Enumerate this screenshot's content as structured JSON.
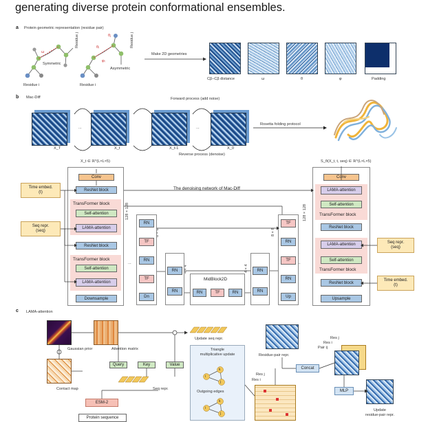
{
  "heading": "generating diverse protein conformational ensembles.",
  "panel_a": {
    "letter": "a",
    "title": "Protein geometric representation (residue pair)",
    "residue_i": "Residue i",
    "residue_j": "Residue j",
    "symmetric": "Symmetric",
    "asymmetric": "Asymmetric",
    "omega": "ω",
    "theta_i": "θᵢ",
    "theta_j": "θⱼ",
    "phi_i": "φᵢ",
    "make2d": "Make 2D geometries",
    "maps": [
      "Cβ–Cβ distance",
      "ω",
      "θ",
      "φ",
      "Padding"
    ]
  },
  "panel_b": {
    "letter": "b",
    "title": "Mac-Diff",
    "forward": "Forward process (add noise)",
    "reverse": "Reverse process (denoise)",
    "rosetta": "Rosetta folding protocol",
    "xt_labels": [
      "X_T",
      "X_t",
      "X_t-1",
      "X_0"
    ],
    "xt_in": "X_t ∈ ℝ^(L×L×5)",
    "s_out": "S_θ(X_t, t, seq) ∈ ℝ^(L×L×5)",
    "network_title": "The denoising network of Mac-Diff",
    "time_embed_left": "Time embed.\n(t)",
    "seq_repr_left": "Seq repr.\n(seq)",
    "seq_repr_right": "Seq repr.\n(seq)",
    "time_embed_right": "Time embed.\n(t)",
    "enc_blocks": [
      "Conv",
      "ResNet block",
      "TransFormer block",
      "Self-attention",
      "LAMA-attention",
      "ResNet block",
      "TransFormer block",
      "Self-attention",
      "LAMA-attention",
      "Downsample"
    ],
    "dec_blocks": [
      "Conv",
      "LAMA-attention",
      "Self-attention",
      "TransFormer block",
      "ResNet block",
      "LAMA-attention",
      "Self-attention",
      "TransFormer block",
      "ResNet block",
      "Upsample"
    ],
    "dim_128": "128 × 128",
    "dim_8": "8 × 8",
    "dim_4": "4 × 4",
    "midblock": "MidBlock2D",
    "unet_left": [
      "RN",
      "TF",
      "RN",
      "TF",
      "Dn"
    ],
    "unet_mid_left": [
      "RN",
      "RN"
    ],
    "mid": [
      "RN",
      "TF",
      "RN"
    ],
    "unet_mid_right": [
      "RN",
      "RN"
    ],
    "unet_right": [
      "TF",
      "RN",
      "TF",
      "RN",
      "Up"
    ],
    "ellipsis": "..."
  },
  "panel_c": {
    "letter": "c",
    "title": "LAMA-attention",
    "gaussian_prior": "Gaussian prior",
    "attention_matrix": "Attention matrix",
    "query": "Query",
    "key": "Key",
    "value": "Value",
    "contact_map": "Contact map",
    "seq_repr": "Seq repr.",
    "esm2": "ESM-2",
    "protein_sequence": "Protein sequence",
    "update_seq": "Update seq repr.",
    "triangle": "Triangle\nmultiplicative update",
    "outgoing": "Outgoing edges",
    "residue_pair": "Residue-pair repr.",
    "res_i": "Res i",
    "res_j": "Res j",
    "concat": "Concat",
    "mlp": "MLP",
    "res_labels": [
      "Res j",
      "Res i",
      "Pair ij"
    ],
    "update_pair": "Update\nresidue-pair repr.",
    "node_i": "i",
    "node_j": "j",
    "node_k": "k"
  }
}
